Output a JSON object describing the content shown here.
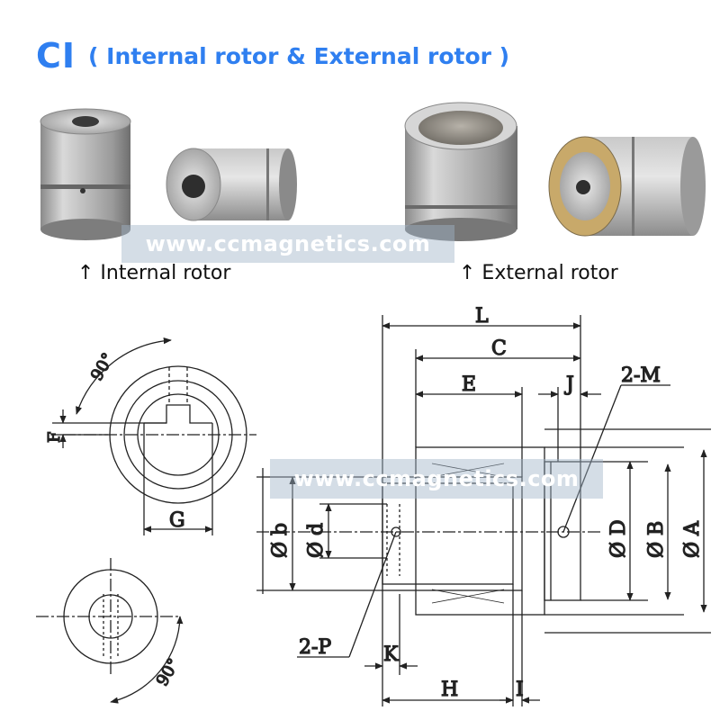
{
  "header": {
    "code": "CI",
    "subtitle": "( Internal rotor & External rotor )",
    "accent_color": "#2f7ff0"
  },
  "photos": {
    "internal_caption": "↑ Internal rotor",
    "external_caption": "↑ External rotor"
  },
  "watermark": {
    "text_top": "www.ccmagnetics.com",
    "text_drawing": "www.ccmagnetics.com"
  },
  "drawing": {
    "angle_top": "90°",
    "angle_bottom": "90°",
    "label_F": "F",
    "label_G": "G",
    "label_L": "L",
    "label_C": "C",
    "label_E": "E",
    "label_J": "J",
    "label_2M": "2-M",
    "label_2P": "2-P",
    "label_K": "K",
    "label_H": "H",
    "label_I": "I",
    "label_b": "Ø b",
    "label_d": "Ø d",
    "label_D": "Ø D",
    "label_B": "Ø B",
    "label_A": "Ø A"
  }
}
